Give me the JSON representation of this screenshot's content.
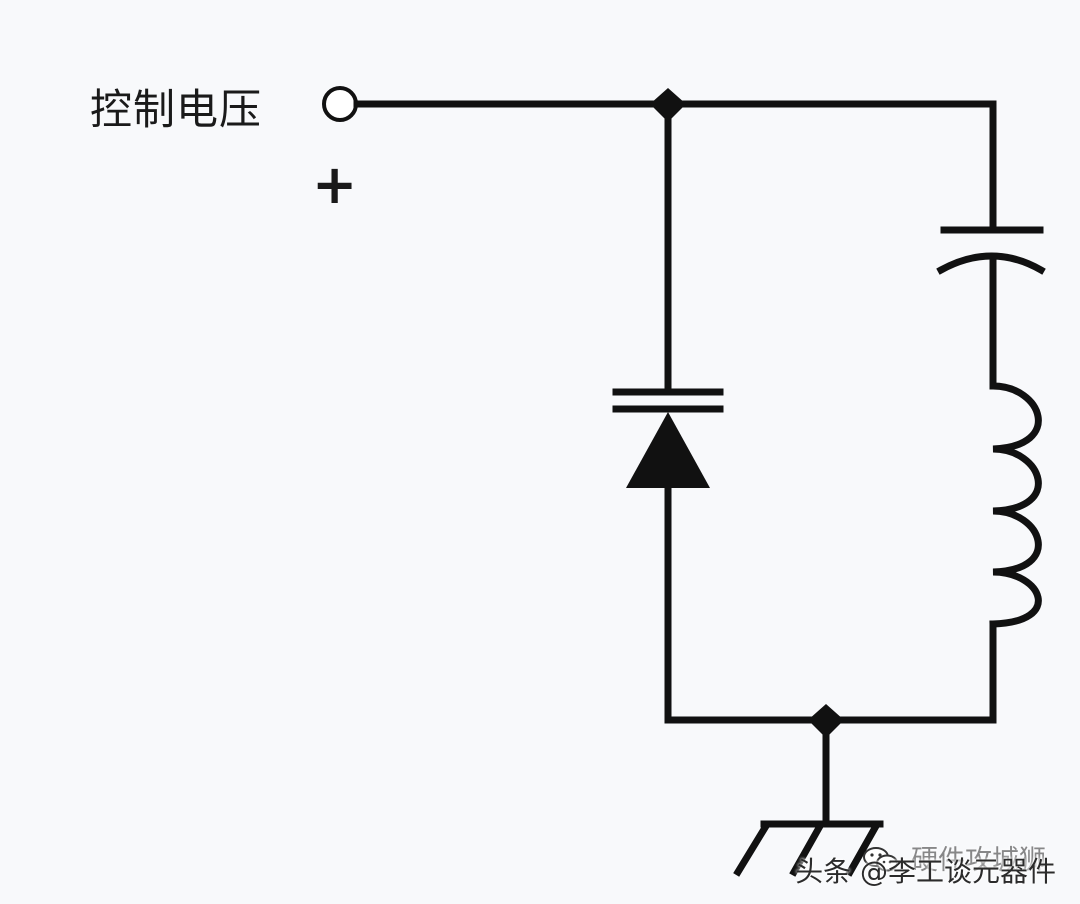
{
  "labels": {
    "control_voltage": "控制电压",
    "plus": "+"
  },
  "watermark": {
    "front": "头条 @李工谈元器件",
    "back": "硬件攻城狮",
    "icon": "wechat-icon"
  },
  "colors": {
    "wire": "#111111",
    "background": "#f8f9fb"
  }
}
